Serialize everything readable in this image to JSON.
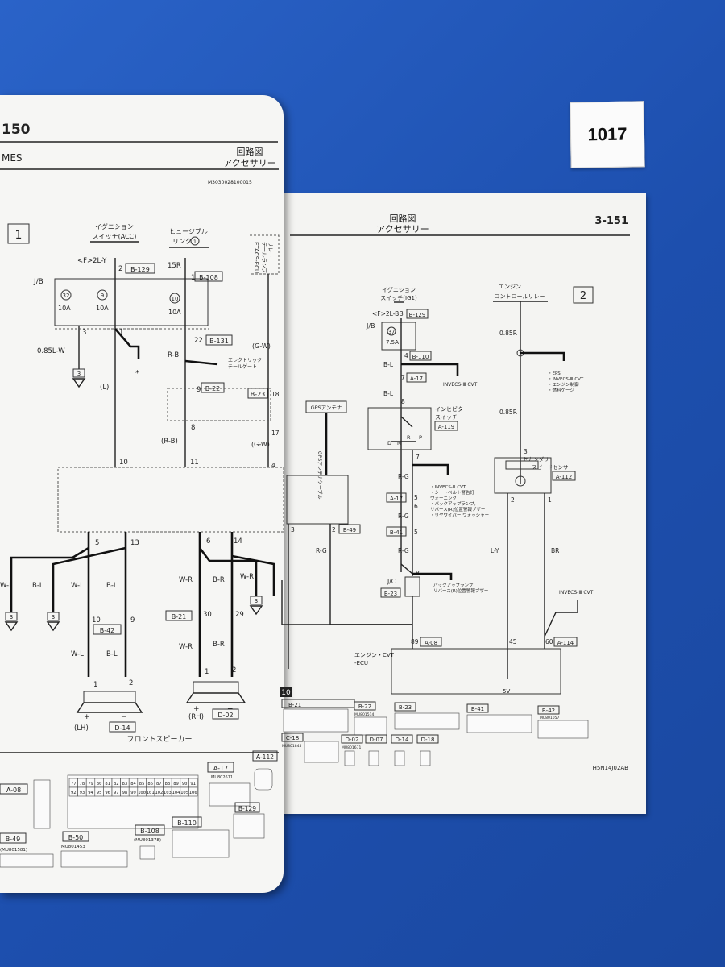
{
  "sticker": {
    "number": "1017"
  },
  "left_page": {
    "page_number": "150",
    "header_left": "MES",
    "title": "回路図",
    "subtitle": "アクセサリー",
    "doc_code": "M3030028100015",
    "section": "1",
    "components": {
      "ignition_switch": [
        "イグニション",
        "スイッチ(ACC)"
      ],
      "fusible_link": [
        "ヒュージブル",
        "リンク"
      ],
      "fusible_link_no": "1",
      "etacs": "ETACS-ECU",
      "tail_lamp_relay": [
        "テールランプ",
        "リレー"
      ],
      "gps_antenna": "GPSアンテナ",
      "gps_cable": "GPSアンテナケーブル",
      "electric_tail_gate": [
        "エレクトリック",
        "テールゲート"
      ],
      "front_speaker": "フロントスピーカー",
      "speaker_lh": "(LH)",
      "speaker_rh": "(RH)",
      "jb": "J/B"
    },
    "wires": {
      "f2ly": "<F>2L-Y",
      "w15r": "15R",
      "w085lw": "0.85L-W",
      "lw_l": "(L)",
      "rb": "R-B",
      "rb2": "(R-B)",
      "gw": "(G-W)",
      "gw2": "(G-W)",
      "wl": "W-L",
      "bl": "B-L",
      "wr": "W-R",
      "br": "B-R"
    },
    "fuses": [
      {
        "no": "32",
        "amp": "10A"
      },
      {
        "no": "9",
        "amp": "10A"
      },
      {
        "no": "10",
        "amp": "10A"
      }
    ],
    "connectors": {
      "b129": "B-129",
      "b108": "B-108",
      "b131": "B-131",
      "b22": "B-22",
      "b23": "B-23",
      "b42": "B-42",
      "b21": "B-21",
      "d14": "D-14",
      "d02": "D-02"
    },
    "pins": {
      "p2": "2",
      "p1": "1",
      "p3": "3",
      "p1b": "1",
      "p22": "22",
      "p9": "9",
      "p8": "8",
      "p10": "10",
      "p11": "11",
      "p5": "5",
      "p13": "13",
      "p6": "6",
      "p14": "14",
      "p10b": "10",
      "p9b": "9",
      "p30": "30",
      "p29": "29",
      "p18": "18",
      "p17": "17",
      "p4": "4",
      "lh1": "1",
      "lh2": "2",
      "rh1": "1",
      "rh2": "2"
    },
    "grounds": [
      "3",
      "3",
      "3",
      "3"
    ],
    "star": "*",
    "connector_table": {
      "a08": "A-08",
      "a17": "A-17",
      "a17_code": "MU802611",
      "a112": "A-112",
      "b49": "B-49",
      "b49_code": "(MU801581)",
      "b50": "B-50",
      "b50_code": "MU801453",
      "b108": "B-108",
      "b108_code": "(MU801378)",
      "b110": "B-110",
      "b129": "B-129"
    },
    "a08_grid": [
      "77",
      "78",
      "79",
      "80",
      "81",
      "82",
      "83",
      "84",
      "85",
      "86",
      "87",
      "88",
      "89",
      "90",
      "91",
      "92",
      "93",
      "94",
      "95",
      "96",
      "97",
      "98",
      "99",
      "100",
      "101",
      "102",
      "103",
      "104",
      "105",
      "106"
    ]
  },
  "right_page": {
    "page_number": "3-151",
    "title": "回路図",
    "subtitle": "アクセサリー",
    "section": "2",
    "footer_code": "H5N14J02AB",
    "components": {
      "ignition_switch": [
        "イグニション",
        "スイッチ(IG1)"
      ],
      "engine_relay": [
        "エンジン",
        "コントロールリレー"
      ],
      "jb": "J/B",
      "inhibitor": [
        "インヒビター",
        "スイッチ"
      ],
      "secondary_speed": [
        "セカンダリー",
        "スピードセンサー"
      ],
      "jc": "J/C",
      "engine_ecu": [
        "エンジン・CVT",
        "-ECU"
      ],
      "voltage": "5V",
      "invecs_cvt": "INVECS-Ⅲ CVT",
      "invecs_cvt2": "INVECS-Ⅲ CVT",
      "shift_positions": [
        "D",
        "N",
        "R",
        "P"
      ]
    },
    "wires": {
      "f2lb": "<F>2L-B",
      "bl": "B-L",
      "bl2": "B-L",
      "rg": "R-G",
      "rg2": "R-G",
      "rg3": "R-G",
      "rg4": "R-G",
      "w085r": "0.85R",
      "w085r2": "0.85R",
      "ly": "L-Y",
      "br": "BR"
    },
    "fuse": {
      "no": "37",
      "amp": "7.5A"
    },
    "relay_node": "1",
    "relay_list": [
      "・EPS",
      "・INVECS-Ⅲ CVT",
      "・エンジン制御",
      "・燃料ゲージ"
    ],
    "inhibitor_list": [
      "・INVECS-Ⅲ CVT",
      "・シートベルト警告灯",
      "  ウォーニング",
      "・バックアップランプ,",
      "  リバース(R)位置警報ブザー",
      "・リヤワイパー,ウォッシャー"
    ],
    "jc_note": [
      "バックアップランプ,",
      "リバース(R)位置警報ブザー"
    ],
    "connectors": {
      "b129": "B-129",
      "b110": "B-110",
      "a17": "A-17",
      "a119": "A-119",
      "a17b": "A-17",
      "b41": "B-41",
      "b23": "B-23",
      "b49": "B-49",
      "a08": "A-08",
      "a112": "A-112",
      "a114": "A-114"
    },
    "pins": {
      "p3": "3",
      "p4": "4",
      "p7": "7",
      "p8": "8",
      "p7b": "7",
      "p5": "5",
      "p6": "6",
      "p5b": "5",
      "p8b": "8",
      "p3b": "3",
      "p2": "2",
      "p1": "1",
      "p89": "89",
      "p45": "45",
      "p60": "60",
      "p3c": "3",
      "p2b": "2"
    },
    "connector_table": {
      "b21": "B-21",
      "b22": "B-22",
      "b22_code": "MU801514",
      "b23": "B-23",
      "b41": "B-41",
      "b42": "B-42",
      "b42_code": "MU801057",
      "c18": "C-18",
      "d02": "D-02",
      "d07": "D-07",
      "d14": "D-14",
      "d18": "D-18",
      "d_code": "MU801671",
      "c18_code": "MU801845",
      "page_tab": "10"
    }
  }
}
